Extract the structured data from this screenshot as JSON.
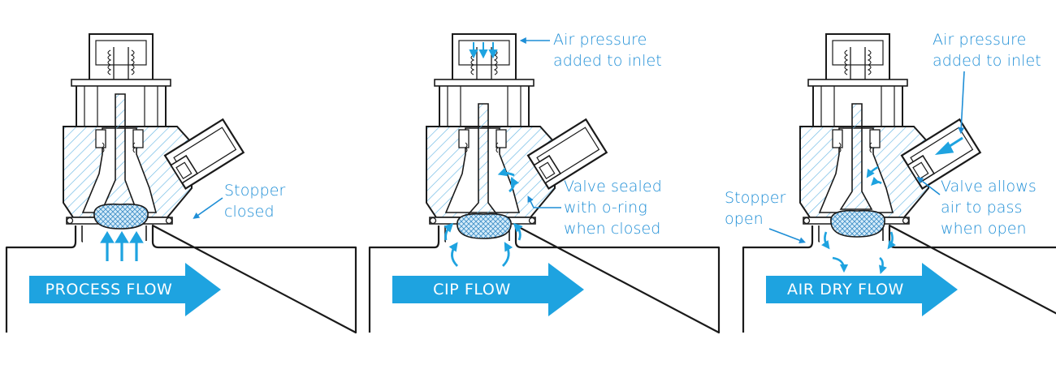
{
  "colors": {
    "accent": "#1e8ed6",
    "arrow": "#1ea3e0",
    "line": "#1a1a1a",
    "hatch": "#6bb8e4",
    "seat": "#b3d9f2"
  },
  "panels": [
    {
      "name": "process",
      "flow_label": "PROCESS FLOW",
      "labels": [
        {
          "key": "stopper",
          "lines": [
            "Stopper",
            "closed"
          ]
        }
      ]
    },
    {
      "name": "cip",
      "flow_label": "CIP FLOW",
      "labels": [
        {
          "key": "air",
          "lines": [
            "Air pressure",
            "added to inlet"
          ]
        },
        {
          "key": "seal",
          "lines": [
            "Valve sealed",
            "with o-ring",
            "when closed"
          ]
        }
      ]
    },
    {
      "name": "airdry",
      "flow_label": "AIR DRY FLOW",
      "labels": [
        {
          "key": "air",
          "lines": [
            "Air pressure",
            "added to inlet"
          ]
        },
        {
          "key": "stopper",
          "lines": [
            "Stopper",
            "open"
          ]
        },
        {
          "key": "allows",
          "lines": [
            "Valve allows",
            "air to pass",
            "when open"
          ]
        }
      ]
    }
  ]
}
